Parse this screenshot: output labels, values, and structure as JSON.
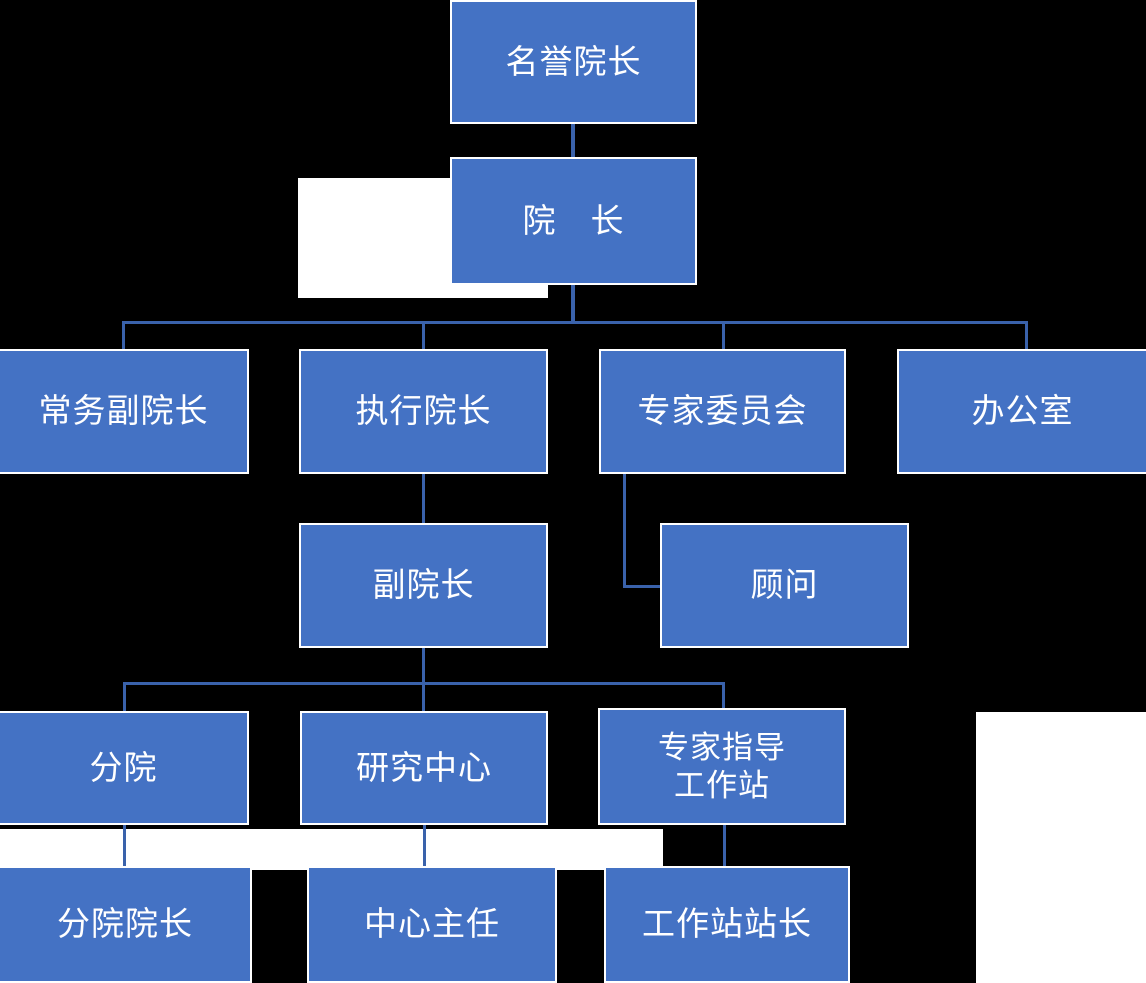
{
  "chart_data": {
    "type": "diagram",
    "subtype": "organization-chart",
    "title": "",
    "language": "zh-CN",
    "palette": {
      "node_fill": "#4472C4",
      "node_border": "#FFFFFF",
      "node_text": "#FFFFFF",
      "connector": "#3A62AB",
      "background": "#000000",
      "plate": "#FFFFFF"
    },
    "levels": [
      {
        "level": 1,
        "nodes": [
          "名誉院长"
        ]
      },
      {
        "level": 2,
        "nodes": [
          "院　长"
        ]
      },
      {
        "level": 3,
        "nodes": [
          "常务副院长",
          "执行院长",
          "专家委员会",
          "办公室"
        ]
      },
      {
        "level": 4,
        "nodes": [
          "副院长",
          "顾问"
        ]
      },
      {
        "level": 5,
        "nodes": [
          "分院",
          "研究中心",
          "专家指导\n工作站"
        ]
      },
      {
        "level": 6,
        "nodes": [
          "分院院长",
          "中心主任",
          "工作站站长"
        ]
      }
    ],
    "edges": [
      {
        "from": "名誉院长",
        "to": "院　长"
      },
      {
        "from": "院　长",
        "to": "常务副院长"
      },
      {
        "from": "院　长",
        "to": "执行院长"
      },
      {
        "from": "院　长",
        "to": "专家委员会"
      },
      {
        "from": "院　长",
        "to": "办公室"
      },
      {
        "from": "执行院长",
        "to": "副院长"
      },
      {
        "from": "专家委员会",
        "to": "顾问"
      },
      {
        "from": "副院长",
        "to": "分院"
      },
      {
        "from": "副院长",
        "to": "研究中心"
      },
      {
        "from": "副院长",
        "to": "专家指导\n工作站"
      },
      {
        "from": "分院",
        "to": "分院院长"
      },
      {
        "from": "研究中心",
        "to": "中心主任"
      },
      {
        "from": "专家指导\n工作站",
        "to": "工作站站长"
      }
    ]
  },
  "nodes": {
    "honorary_dean": "名誉院长",
    "dean": "院　长",
    "executive_vice_dean": "常务副院长",
    "executive_dean": "执行院长",
    "expert_committee": "专家委员会",
    "office": "办公室",
    "vice_dean": "副院长",
    "advisor": "顾问",
    "branch": "分院",
    "research_center": "研究中心",
    "expert_workstation": "专家指导\n工作站",
    "branch_dean": "分院院长",
    "center_director": "中心主任",
    "workstation_chief": "工作站站长"
  }
}
